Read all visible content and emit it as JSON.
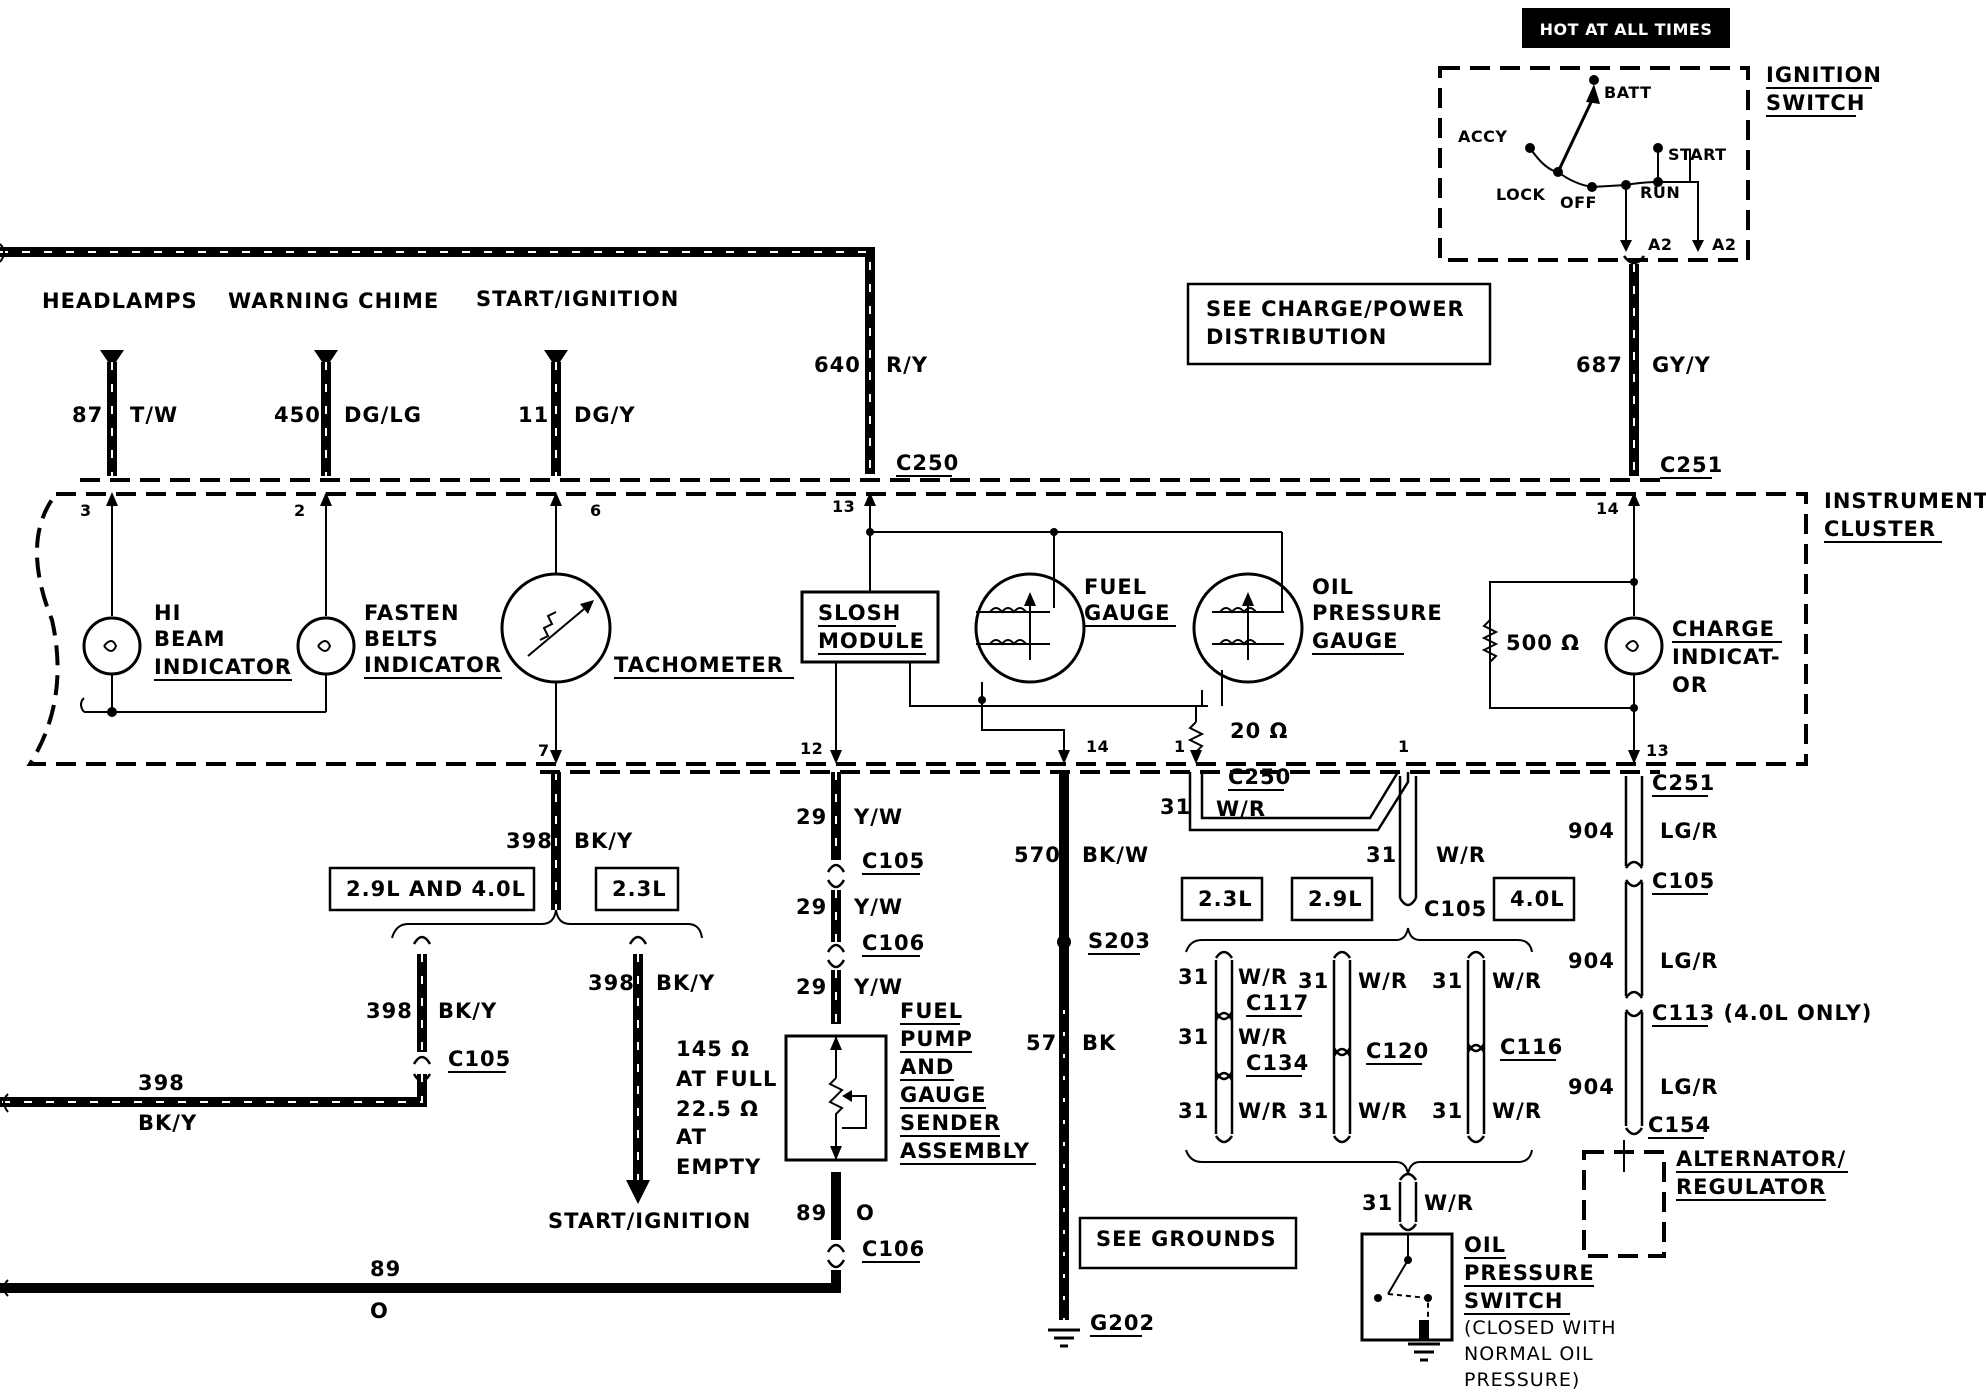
{
  "power": {
    "hot_label": "HOT AT ALL TIMES",
    "ignition_switch": [
      "IGNITION",
      "SWITCH"
    ],
    "positions": {
      "batt": "BATT",
      "accy": "ACCY",
      "start": "START",
      "lock": "LOCK",
      "off": "OFF",
      "run": "RUN",
      "a2_left": "A2",
      "a2_right": "A2"
    },
    "see_charge": [
      "SEE CHARGE/POWER",
      "DISTRIBUTION"
    ]
  },
  "top": {
    "headlamps": "HEADLAMPS",
    "warning_chime": "WARNING CHIME",
    "start_ignition": "START/IGNITION",
    "w87": "87",
    "w87c": "T/W",
    "w450": "450",
    "w450c": "DG/LG",
    "w11": "11",
    "w11c": "DG/Y",
    "w640": "640",
    "w640c": "R/Y",
    "w687": "687",
    "w687c": "GY/Y",
    "c250_top": "C250",
    "c251_top": "C251"
  },
  "cluster": {
    "label": [
      "INSTRUMENT",
      "CLUSTER"
    ],
    "pins": {
      "p3": "3",
      "p2": "2",
      "p6": "6",
      "p13": "13",
      "p14": "14",
      "p7": "7",
      "p12": "12",
      "p14b": "14",
      "p1a": "1",
      "p1b": "1",
      "p13b": "13"
    },
    "hi_beam": [
      "HI",
      "BEAM",
      "INDICATOR"
    ],
    "fasten": [
      "FASTEN",
      "BELTS",
      "INDICATOR"
    ],
    "tach": "TACHOMETER",
    "slosh": [
      "SLOSH",
      "MODULE"
    ],
    "fuel_gauge": [
      "FUEL",
      "GAUGE"
    ],
    "oil_gauge": [
      "OIL",
      "PRESSURE",
      "GAUGE"
    ],
    "charge": [
      "CHARGE",
      "INDICAT-",
      "OR"
    ],
    "r500": "500 Ω",
    "r20": "20 Ω"
  },
  "lower_left": {
    "w398": "398",
    "w398c": "BK/Y",
    "eng_a": "2.9L AND 4.0L",
    "eng_b": "2.3L",
    "w398b": "398",
    "w398bc": "BK/Y",
    "c105": "C105",
    "w398d": "398",
    "w398dc": "BK/Y",
    "w398e": "398",
    "w398ec": "BK/Y",
    "start_ignition": "START/IGNITION",
    "w89": "89",
    "w89c": "O"
  },
  "fuel": {
    "w29a": "29",
    "w29ac": "Y/W",
    "c105": "C105",
    "w29b": "29",
    "w29bc": "Y/W",
    "c106": "C106",
    "w29c": "29",
    "w29cc": "Y/W",
    "sender_note": [
      "145 Ω",
      "AT FULL",
      "22.5 Ω",
      "AT",
      "EMPTY"
    ],
    "sender": [
      "FUEL",
      "PUMP",
      "AND",
      "GAUGE",
      "SENDER",
      "ASSEMBLY"
    ],
    "w89": "89",
    "w89c": "O",
    "c106b": "C106"
  },
  "ground": {
    "w570": "570",
    "w570c": "BK/W",
    "s203": "S203",
    "w57": "57",
    "w57c": "BK",
    "see_grounds": "SEE GROUNDS",
    "g202": "G202"
  },
  "oil": {
    "c250": "C250",
    "w31a": "31",
    "w31ac": "W/R",
    "w31b": "31",
    "w31bc": "W/R",
    "c105": "C105",
    "eng": [
      "2.3L",
      "2.9L",
      "4.0L"
    ],
    "c117": "C117",
    "c134": "C134",
    "c120": "C120",
    "c116": "C116",
    "w31": "31",
    "wr": "W/R",
    "switch": [
      "OIL",
      "PRESSURE",
      "SWITCH"
    ],
    "switch_note": [
      "(CLOSED WITH",
      "NORMAL OIL",
      "PRESSURE)"
    ]
  },
  "charge": {
    "c251": "C251",
    "w904a": "904",
    "w904ac": "LG/R",
    "c105": "C105",
    "w904b": "904",
    "w904bc": "LG/R",
    "c113": "C113 (4.0L ONLY)",
    "w904c": "904",
    "w904cc": "LG/R",
    "c154": "C154",
    "alt": [
      "ALTERNATOR/",
      "REGULATOR"
    ]
  }
}
